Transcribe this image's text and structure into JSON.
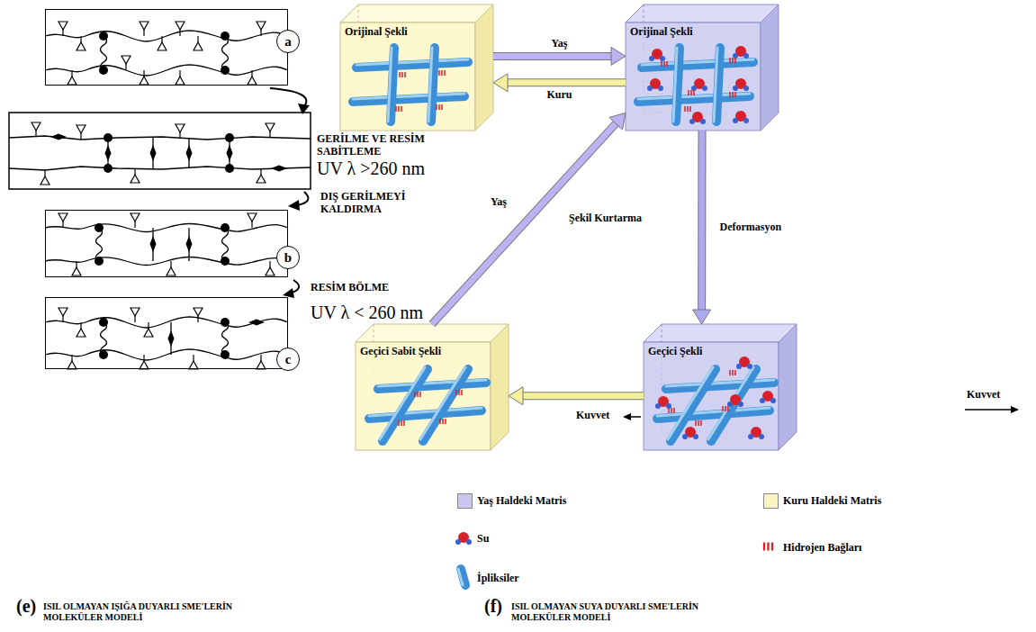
{
  "diagram": {
    "nodes": [
      {
        "text": [
          "a"
        ]
      },
      {
        "text": [
          "b"
        ]
      },
      {
        "text": [
          "c"
        ]
      },
      {
        "text": [
          "Orijinal Şekli"
        ]
      },
      {
        "text": [
          "Orijinal Şekli"
        ]
      },
      {
        "text": [
          "Geçici Şekli"
        ]
      },
      {
        "text": [
          "Geçici Sabit Şekli"
        ]
      }
    ],
    "edges": [
      {
        "from": 3,
        "to": 4,
        "label": "Yaş",
        "arrow": "to"
      },
      {
        "from": 4,
        "to": 3,
        "label": "Kuru",
        "arrow": "to"
      },
      {
        "from": 4,
        "to": 5,
        "label": "Deformasyon",
        "arrow": "to"
      },
      {
        "from": 5,
        "to": 6,
        "arrow": "to"
      },
      {
        "from": 6,
        "to": 4,
        "label": "Şekil Kurtarma",
        "arrow": "to"
      }
    ],
    "labels": [
      "GERİLME VE RESİM SABİTLEME",
      "UV λ >260 nm",
      "DIŞ GERİLMEYİ KALDIRMA",
      "RESİM BÖLME",
      "UV λ < 260 nm",
      "Yaş",
      "Kuvvet",
      "Kuvvet",
      "(e)",
      "ISIL OLMAYAN IŞIĞA DUYARLI SME'LERİN MOLEKÜLER MODELİ",
      "(f)",
      "ISIL OLMAYAN SUYA DUYARLI SME'LERİN MOLEKÜLER MODELİ"
    ],
    "legend": [
      {
        "text": "Yaş Haldeki Matris",
        "color": "#c9c6ef"
      },
      {
        "text": "Kuru Haldeki Matris",
        "color": "#fbf3c0"
      },
      {
        "text": "Su"
      },
      {
        "text": "Hidrojen Bağları"
      },
      {
        "text": "İpliksiler"
      }
    ]
  }
}
